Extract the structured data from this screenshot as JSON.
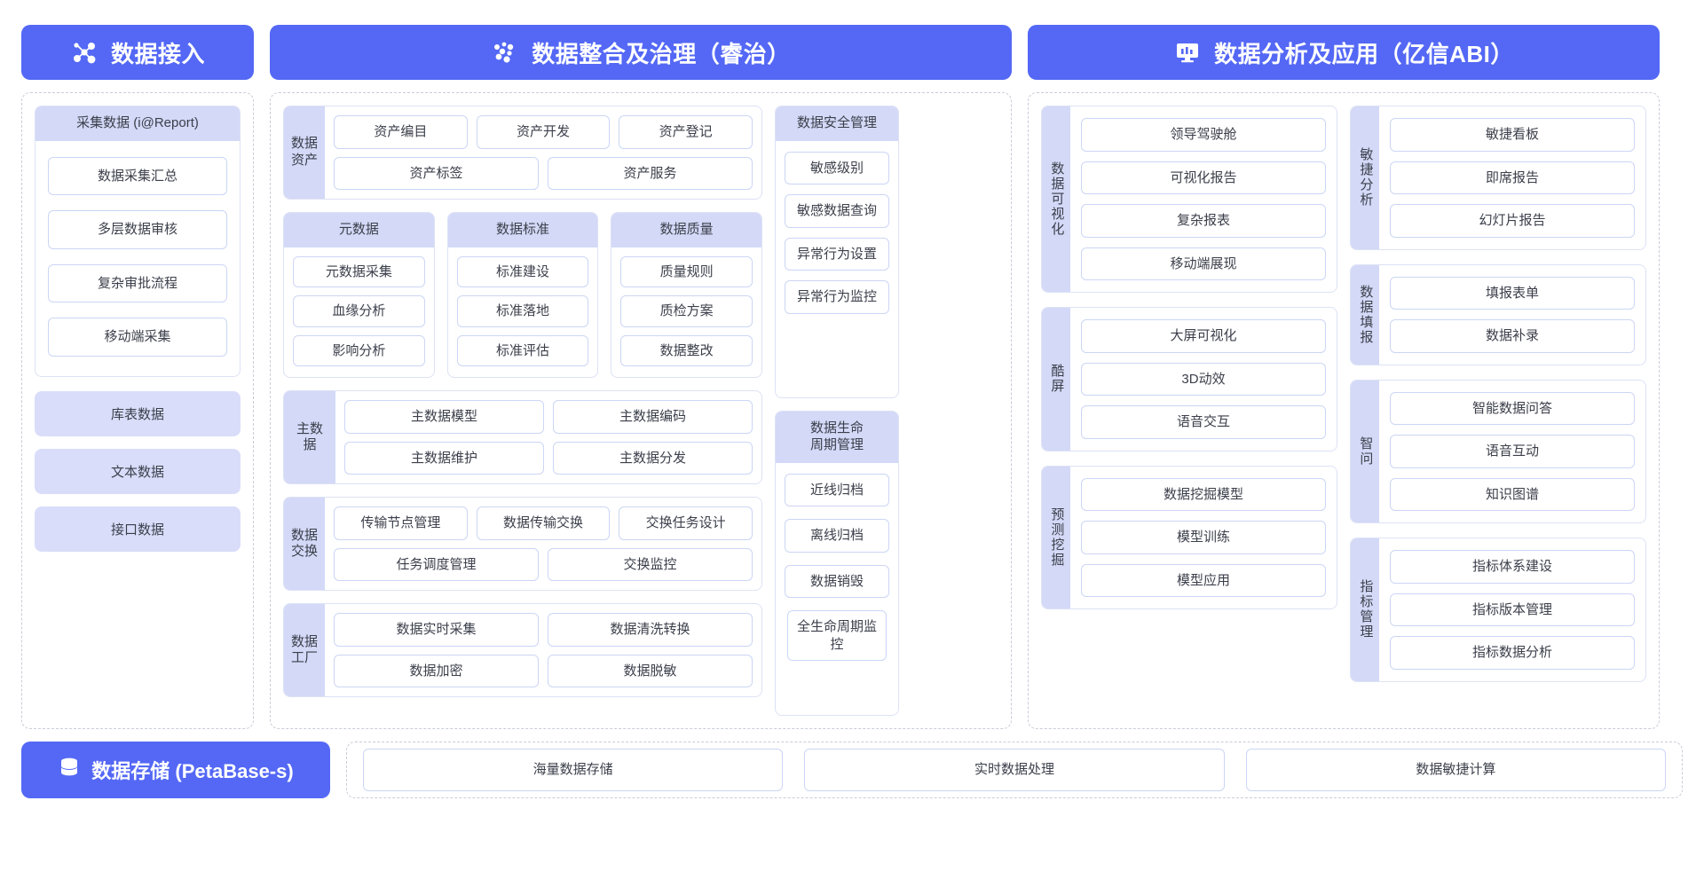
{
  "headers": [
    {
      "icon": "data-nodes-icon",
      "title": "数据接入"
    },
    {
      "icon": "data-dots-icon",
      "title": "数据整合及治理（睿治）"
    },
    {
      "icon": "monitor-chart-icon",
      "title": "数据分析及应用（亿信ABI）"
    }
  ],
  "colors": {
    "brand": "#5468f5",
    "panel_head": "#d3d9f7",
    "chip_border": "#ccd6f5",
    "solid_chip": "#d9ddfa"
  },
  "column1": {
    "collect": {
      "title": "采集数据 (i@Report)",
      "items": [
        "数据采集汇总",
        "多层数据审核",
        "复杂审批流程",
        "移动端采集"
      ]
    },
    "sources": [
      "库表数据",
      "文本数据",
      "接口数据"
    ]
  },
  "column2": {
    "asset": {
      "label": "数据资产",
      "rows": [
        [
          "资产编目",
          "资产开发",
          "资产登记"
        ],
        [
          "资产标签",
          "资产服务"
        ]
      ]
    },
    "triple": [
      {
        "title": "元数据",
        "items": [
          "元数据采集",
          "血缘分析",
          "影响分析"
        ]
      },
      {
        "title": "数据标准",
        "items": [
          "标准建设",
          "标准落地",
          "标准评估"
        ]
      },
      {
        "title": "数据质量",
        "items": [
          "质量规则",
          "质检方案",
          "数据整改"
        ]
      }
    ],
    "master": {
      "label": "主数据",
      "rows": [
        [
          "主数据模型",
          "主数据编码"
        ],
        [
          "主数据维护",
          "主数据分发"
        ]
      ]
    },
    "exchange": {
      "label": "数据交换",
      "rows": [
        [
          "传输节点管理",
          "数据传输交换",
          "交换任务设计"
        ],
        [
          "任务调度管理",
          "交换监控"
        ]
      ]
    },
    "factory": {
      "label": "数据工厂",
      "rows": [
        [
          "数据实时采集",
          "数据清洗转换"
        ],
        [
          "数据加密",
          "数据脱敏"
        ]
      ]
    },
    "security": {
      "title": "数据安全管理",
      "items": [
        "敏感级别",
        "敏感数据查询",
        "异常行为设置",
        "异常行为监控"
      ]
    },
    "lifecycle": {
      "title": "数据生命\n周期管理",
      "title_line1": "数据生命",
      "title_line2": "周期管理",
      "items": [
        "近线归档",
        "离线归档",
        "数据销毁",
        "全生命周期监控"
      ]
    }
  },
  "column3": {
    "left": [
      {
        "label": "数据可视化",
        "items": [
          "领导驾驶舱",
          "可视化报告",
          "复杂报表",
          "移动端展现"
        ]
      },
      {
        "label": "酷屏",
        "items": [
          "大屏可视化",
          "3D动效",
          "语音交互"
        ]
      },
      {
        "label": "预测挖掘",
        "items": [
          "数据挖掘模型",
          "模型训练",
          "模型应用"
        ]
      }
    ],
    "right": [
      {
        "label": "敏捷分析",
        "items": [
          "敏捷看板",
          "即席报告",
          "幻灯片报告"
        ]
      },
      {
        "label": "数据填报",
        "items": [
          "填报表单",
          "数据补录"
        ]
      },
      {
        "label": "智问",
        "items": [
          "智能数据问答",
          "语音互动",
          "知识图谱"
        ]
      },
      {
        "label": "指标管理",
        "items": [
          "指标体系建设",
          "指标版本管理",
          "指标数据分析"
        ]
      }
    ]
  },
  "bottom": {
    "icon": "database-icon",
    "title": "数据存储 (PetaBase-s)",
    "items": [
      "海量数据存储",
      "实时数据处理",
      "数据敏捷计算"
    ]
  }
}
